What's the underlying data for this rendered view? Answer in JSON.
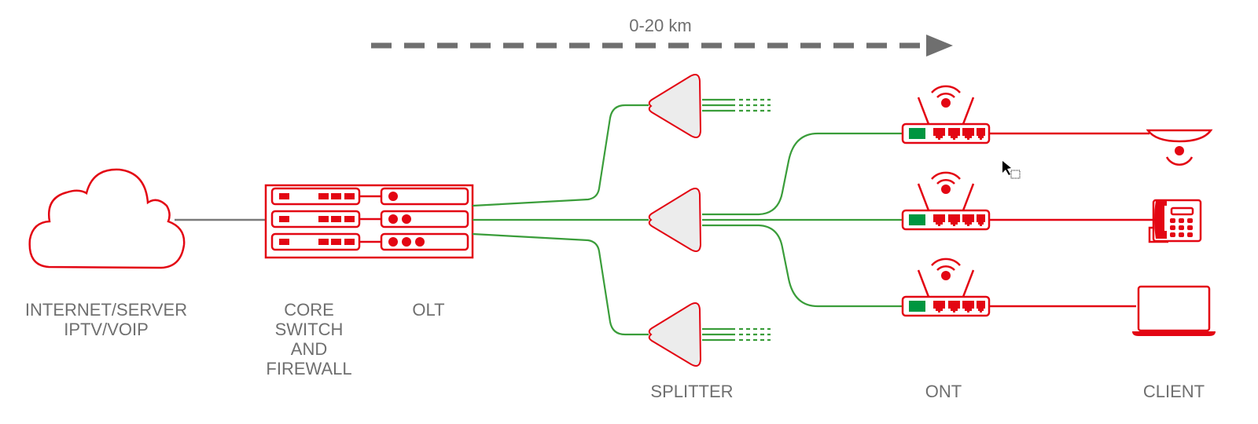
{
  "distance": {
    "label": "0-20 km"
  },
  "labels": {
    "internet": [
      "INTERNET/SERVER",
      "IPTV/VOIP"
    ],
    "core": [
      "CORE",
      "SWITCH",
      "AND",
      "FIREWALL"
    ],
    "olt": "OLT",
    "splitter": "SPLITTER",
    "ont": "ONT",
    "client": "CLIENT"
  },
  "colors": {
    "accent": "#e30613",
    "fiber": "#3a9d3a",
    "copper": "#7a7a7a",
    "ont_port": "#009640"
  }
}
